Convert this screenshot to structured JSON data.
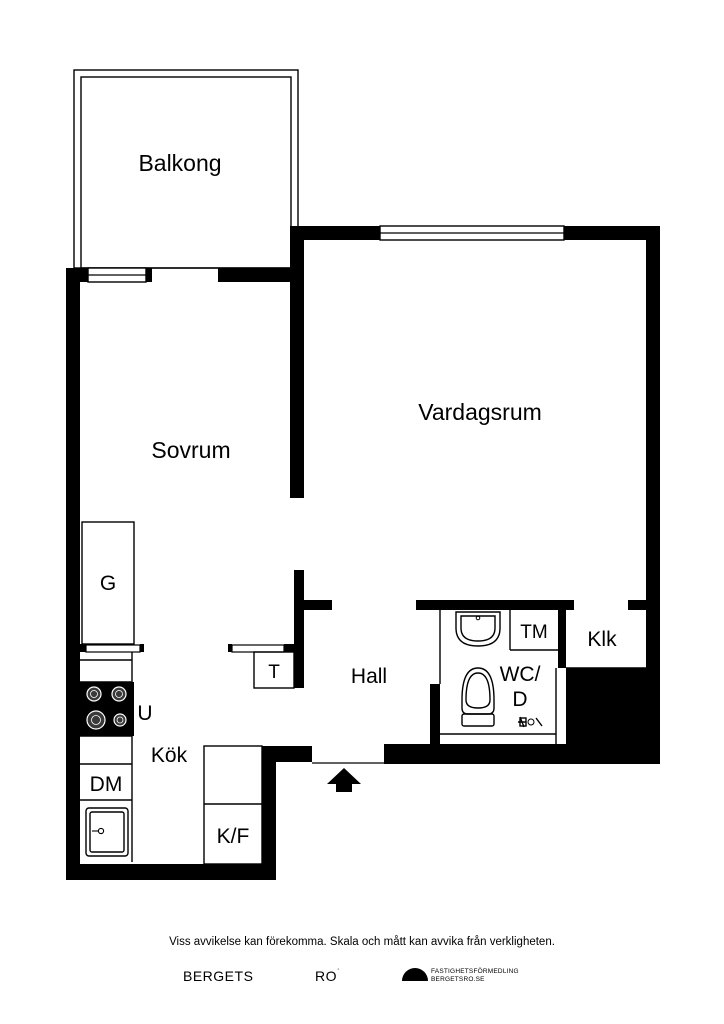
{
  "rooms": {
    "balcony": "Balkong",
    "bedroom": "Sovrum",
    "living_room": "Vardagsrum",
    "hall": "Hall",
    "kitchen": "Kök",
    "wardrobe": "G",
    "stove": "U",
    "dishwasher": "DM",
    "fridge_freezer": "K/F",
    "drying": "T",
    "washer": "TM",
    "wc_line1": "WC/",
    "wc_line2": "D",
    "closet": "Klk"
  },
  "footer": {
    "disclaimer": "Viss avvikelse kan förekomma. Skala och mått kan avvika från verkligheten.",
    "brand_left": "BERGETS",
    "brand_right": "RO",
    "brand_mark": "˙",
    "logo_line1": "FASTIGHETSFÖRMEDLING",
    "logo_line2": "BERGETSRO.SE"
  },
  "icons": {
    "entrance": "entrance-arrow-icon",
    "logo": "half-circle-logo-icon"
  }
}
